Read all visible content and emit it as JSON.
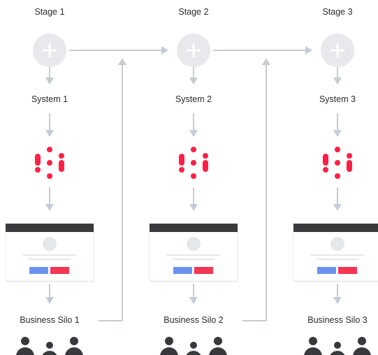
{
  "colors": {
    "arrow": "#c7cbd3",
    "stage_circle": "#e8e9ec",
    "brand_red": "#ff1e47",
    "card_header": "#3b3b3e",
    "card_lines": "#e6e7ea",
    "button_blue": "#6a93f0",
    "button_red": "#f23653",
    "people": "#38393c",
    "label_text": "#2a2a2a"
  },
  "columns": [
    {
      "stage_label": "Stage 1",
      "system_label": "System 1",
      "silo_label": "Business Silo 1"
    },
    {
      "stage_label": "Stage 2",
      "system_label": "System 2",
      "silo_label": "Business Silo 2"
    },
    {
      "stage_label": "Stage 3",
      "system_label": "System 3",
      "silo_label": "Business Silo 3"
    }
  ],
  "icons": {
    "stage": "plus-icon",
    "system": "brand-dots-icon",
    "card": "app-window-icon",
    "people": "team-people-icon"
  }
}
